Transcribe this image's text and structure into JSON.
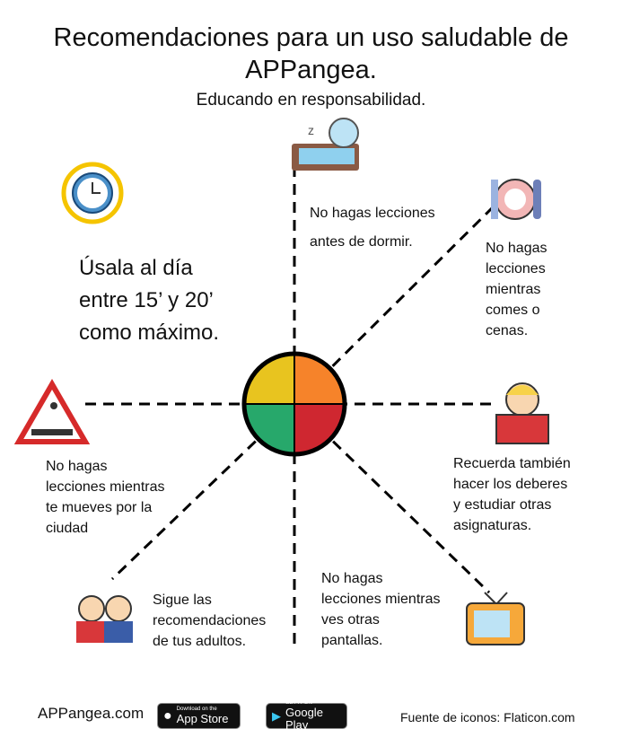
{
  "header": {
    "title_line1": "Recomendaciones para un uso saludable de",
    "title_line2": "APPangea.",
    "subtitle": "Educando en responsabilidad."
  },
  "main_tip": {
    "line1": "Úsala al día",
    "line2": "entre 15’ y 20’",
    "line3": "como máximo."
  },
  "tips": {
    "sleep": [
      "No hagas lecciones",
      "antes de dormir."
    ],
    "eat": [
      "No hagas",
      "lecciones",
      "mientras",
      "comes o",
      "cenas."
    ],
    "city": [
      "No hagas",
      "lecciones mientras",
      "te mueves por la",
      "ciudad"
    ],
    "study": [
      "Recuerda también",
      "hacer los deberes",
      "y estudiar otras",
      "asignaturas."
    ],
    "adults": [
      "Sigue las",
      "recomendaciones",
      "de tus adultos."
    ],
    "screens": [
      "No hagas",
      "lecciones mientras",
      "ves otras",
      "pantallas."
    ]
  },
  "footer": {
    "site": "APPangea.com",
    "appstore_small": "Download on the",
    "appstore_big": "App Store",
    "gplay_small": "GET IT ON",
    "gplay_big": "Google Play",
    "credits": "Fuente de iconos: Flaticon.com"
  },
  "colors": {
    "yellow": "#e8c41f",
    "orange": "#f6832a",
    "green": "#27a86b",
    "red": "#cf2730"
  }
}
